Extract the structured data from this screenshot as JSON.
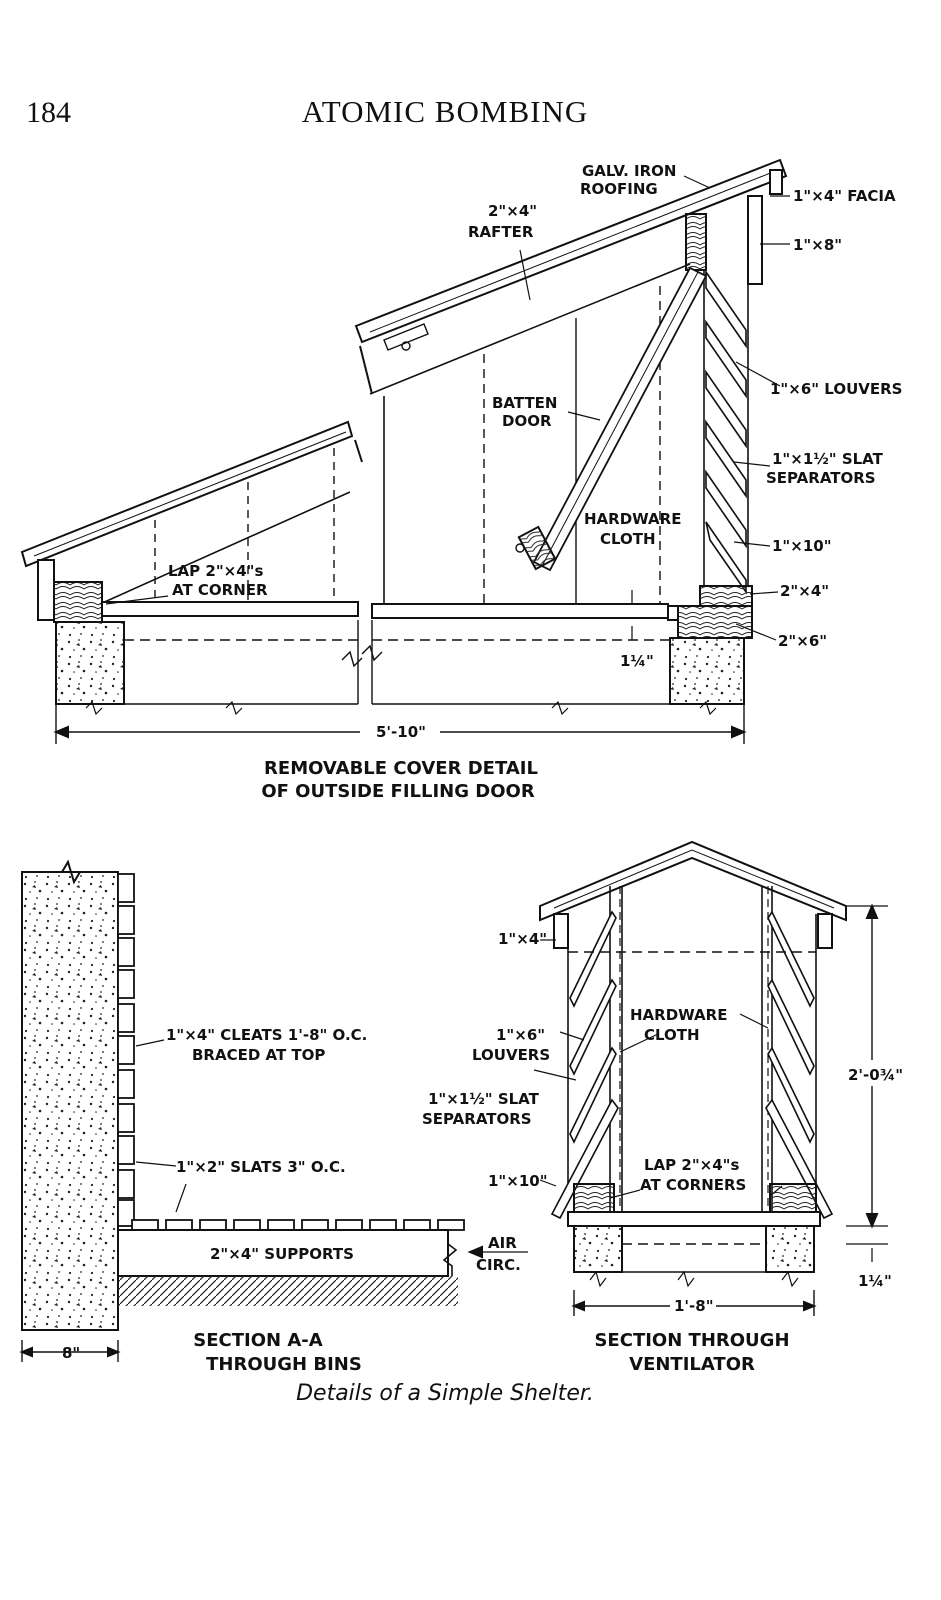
{
  "page_number": "184",
  "running_head": "ATOMIC BOMBING",
  "caption": "Details of a Simple Shelter.",
  "figure_top": {
    "title_line1": "REMOVABLE COVER DETAIL",
    "title_line2": "OF OUTSIDE FILLING DOOR",
    "labels": {
      "galv_line1": "GALV. IRON",
      "galv_line2": "ROOFING",
      "facia": "1\"×4\" FACIA",
      "board_1x8": "1\"×8\"",
      "rafter_line1": "2\"×4\"",
      "rafter_line2": "RAFTER",
      "louvers": "1\"×6\" LOUVERS",
      "batten_line1": "BATTEN",
      "batten_line2": "DOOR",
      "slat_line1": "1\"×1½\" SLAT",
      "slat_line2": "SEPARATORS",
      "hw_line1": "HARDWARE",
      "hw_line2": "CLOTH",
      "board_1x10": "1\"×10\"",
      "lap_line1": "LAP 2\"×4\"s",
      "lap_line2": "AT CORNER",
      "board_2x4": "2\"×4\"",
      "board_2x6": "2\"×6\"",
      "dim_quarter": "1¼\"",
      "dim_width": "5'-10\""
    }
  },
  "figure_left": {
    "title_line1": "SECTION A-A",
    "title_line2": "THROUGH BINS",
    "labels": {
      "cleats_line1": "1\"×4\" CLEATS 1'-8\" O.C.",
      "cleats_line2": "BRACED AT TOP",
      "slats": "1\"×2\" SLATS 3\" O.C.",
      "supports": "2\"×4\" SUPPORTS",
      "air_line1": "AIR",
      "air_line2": "CIRC.",
      "dim_wall": "8\""
    }
  },
  "figure_right": {
    "title_line1": "SECTION THROUGH",
    "title_line2": "VENTILATOR",
    "labels": {
      "board_1x4": "1\"×4\"",
      "louvers_line1": "1\"×6\"",
      "louvers_line2": "LOUVERS",
      "slat_line1": "1\"×1½\" SLAT",
      "slat_line2": "SEPARATORS",
      "board_1x10": "1\"×10\"",
      "hw_line1": "HARDWARE",
      "hw_line2": "CLOTH",
      "lap_line1": "LAP 2\"×4\"s",
      "lap_line2": "AT CORNERS",
      "dim_height": "2'-0¾\"",
      "dim_width": "1'-8\"",
      "dim_quarter": "1¼\""
    }
  }
}
